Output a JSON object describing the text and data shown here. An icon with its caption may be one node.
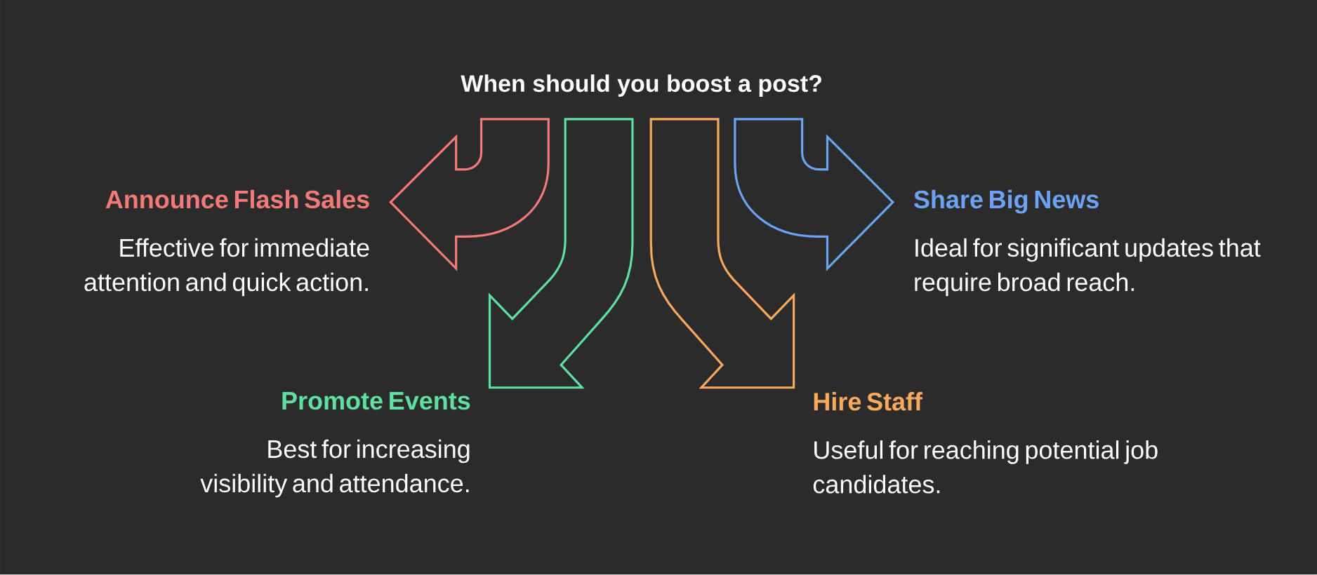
{
  "diagram": {
    "title": "When should you boost a post?",
    "nodes": [
      {
        "text": [
          "Announce Flash Sales",
          "Effective for immediate attention and quick action."
        ]
      },
      {
        "text": [
          "Share Big News",
          "Ideal for significant updates that require broad reach."
        ]
      },
      {
        "text": [
          "Promote Events",
          "Best for increasing visibility and attendance."
        ]
      },
      {
        "text": [
          "Hire Staff",
          "Useful for reaching potential job candidates."
        ]
      }
    ],
    "edges": [
      {
        "from": null,
        "to": 0,
        "arrow": "to",
        "color": "#f47a7a"
      },
      {
        "from": null,
        "to": 2,
        "arrow": "to",
        "color": "#5fe0a2"
      },
      {
        "from": null,
        "to": 3,
        "arrow": "to",
        "color": "#f7a95c"
      },
      {
        "from": null,
        "to": 1,
        "arrow": "to",
        "color": "#6ea2f5"
      }
    ]
  }
}
